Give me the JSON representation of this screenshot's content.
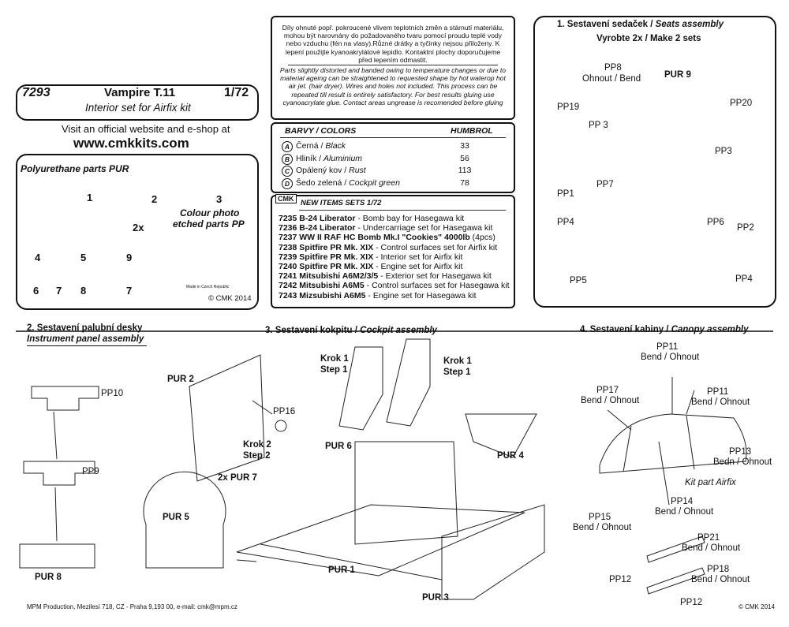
{
  "header": {
    "code": "7293",
    "title": "Vampire T.11",
    "scale": "1/72",
    "subtitle": "Interior set for Airfix kit"
  },
  "website": {
    "line1": "Visit an official website and e-shop at",
    "url": "www.cmkkits.com"
  },
  "parts_box": {
    "pur_title": "Polyurethane parts PUR",
    "pp_title_line1": "Colour photo",
    "pp_title_line2": "etched parts PP",
    "labels": [
      "1",
      "2",
      "3",
      "4",
      "5",
      "9",
      "6",
      "7",
      "8",
      "7"
    ],
    "multiplier": "2x",
    "fret_caption": "Made in Czech Republic",
    "copyright": "© CMK 2014"
  },
  "notice": {
    "czech": "Díly ohnuté popř. pokroucené vlivem teplotních změn a stárnutí materiálu, mohou být narovnány do požadovaného tvaru pomocí proudu teplé vody nebo vzduchu (fén na vlasy).Různé drátky a tyčinky nejsou přiloženy. K lepení použijte kyanoakrylátové lepidlo. Kontaktní plochy doporučujeme před lepením odmastit.",
    "english": "Parts slightly distorted and banded owing to temperature changes or due to material ageing can be straightened to requested shape by hot waterор hot  air jet.  (hair dryer). Wires and holes not included. This process can be repeated till result is entirely satisfactory. For best results gluing use cyanoacrylate glue. Contact areas ungrease is recomended before gluing"
  },
  "colors": {
    "header_left": "BARVY / COLORS",
    "header_right": "HUMBROL",
    "rows": [
      {
        "letter": "A",
        "cz": "Černá / ",
        "en": "Black",
        "num": "33"
      },
      {
        "letter": "B",
        "cz": "Hliník / ",
        "en": "Aluminium",
        "num": "56"
      },
      {
        "letter": "C",
        "cz": "Opálený kov / ",
        "en": "Rust",
        "num": "113"
      },
      {
        "letter": "D",
        "cz": "Šedo zelená / ",
        "en": "Cockpit green",
        "num": "78"
      }
    ]
  },
  "new_items": {
    "header": "NEW ITEMS SETS  1/72",
    "logo": "CMK",
    "items": [
      {
        "bold": "7235 B-24 Liberator",
        "rest": " - Bomb bay for Hasegawa kit"
      },
      {
        "bold": "7236 B-24 Liberator",
        "rest": " - Undercarriage set for Hasegawa kit"
      },
      {
        "bold": "7237 WW II RAF HC Bomb Mk.I \"Cookies\" 4000lb",
        "rest": " (4pcs)"
      },
      {
        "bold": "7238 Spitfire PR Mk. XIX",
        "rest": " - Control surfaces set for Airfix kit"
      },
      {
        "bold": "7239 Spitfire PR Mk. XIX",
        "rest": " - Interior set for Airfix kit"
      },
      {
        "bold": "7240 Spitfire PR Mk. XIX",
        "rest": " - Engine set for Airfix kit"
      },
      {
        "bold": "7241 Mitsubishi A6M2/3/5",
        "rest": " - Exterior set for Hasegawa kit"
      },
      {
        "bold": "7242 Mitsubishi A6M5",
        "rest": " - Control surfaces set for Hasegawa kit"
      },
      {
        "bold": "7243 Mizsubishi A6M5",
        "rest": " - Engine set for Hasegawa kit"
      }
    ]
  },
  "step1": {
    "title_cz": "1. Sestavení sedaček / ",
    "title_en": "Seats assembly",
    "subtitle": "Vyrobte 2x / Make 2 sets",
    "labels": {
      "pp8": "PP8",
      "pp8b": "Ohnout / Bend",
      "pur9": "PUR 9",
      "pp19": "PP19",
      "pp20": "PP20",
      "pp3a": "PP 3",
      "pp3b": "PP3",
      "pp7": "PP7",
      "pp1": "PP1",
      "pp4a": "PP4",
      "pp6": "PP6",
      "pp2": "PP2",
      "pp5": "PP5",
      "pp4b": "PP4"
    },
    "rust_color": "#d85a3a"
  },
  "step2": {
    "title_cz": "2. Sestavení palubní desky",
    "title_en": "Instrument panel assembly",
    "labels": {
      "pp10": "PP10",
      "pp9": "PP9",
      "pur8": "PUR 8"
    }
  },
  "step3": {
    "title_cz": "3. Sestavení kokpitu / ",
    "title_en": "Cockpit assembly",
    "labels": {
      "pur2": "PUR 2",
      "pp16": "PP16",
      "krok1a": "Krok 1",
      "step1a": "Step 1",
      "krok1b": "Krok 1",
      "step1b": "Step 1",
      "krok2": "Krok 2",
      "step2": "Step 2",
      "pur6": "PUR 6",
      "pur4": "PUR 4",
      "pur7": "2x PUR 7",
      "pur5": "PUR 5",
      "pur1": "PUR 1",
      "pur3": "PUR 3"
    }
  },
  "step4": {
    "title_cz": "4. Sestavení kabiny / ",
    "title_en": "Canopy assembly",
    "labels": {
      "pp11a": "PP11",
      "pp11a_b": "Bend / Ohnout",
      "pp17": "PP17",
      "pp17b": "Bend / Ohnout",
      "pp11b": "PP11",
      "pp11b_b": "Bend / Ohnout",
      "pp13": "PP13",
      "pp13b": "Bedn / Ohnout",
      "kit": "Kit part Airfix",
      "pp15": "PP15",
      "pp15b": "Bend / Ohnout",
      "pp14": "PP14",
      "pp14b": "Bend / Ohnout",
      "pp21": "PP21",
      "pp21b": "Bend / Ohnout",
      "pp12a": "PP12",
      "pp18": "PP18",
      "pp18b": "Bend / Ohnout",
      "pp12b": "PP12"
    }
  },
  "footer": {
    "left": "MPM Production, Mezilesí 718, CZ - Praha 9,193 00,  e-mail: cmk@mpm.cz",
    "right": "© CMK 2014"
  }
}
